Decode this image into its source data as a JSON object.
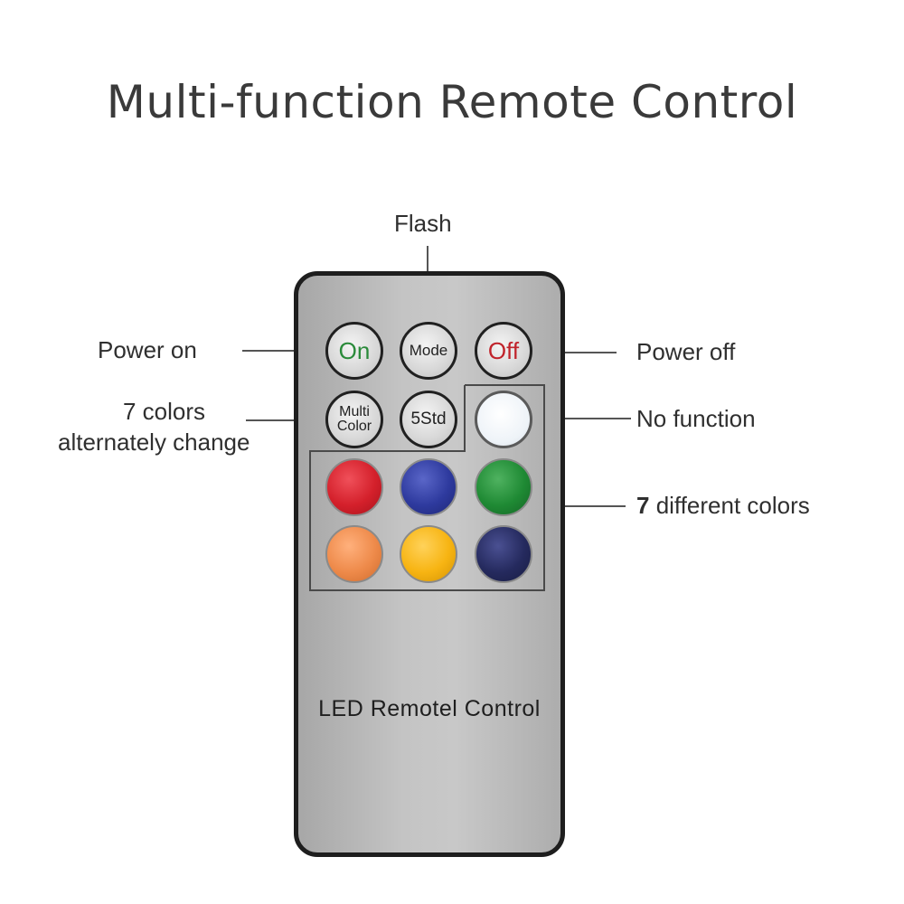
{
  "title": "Multi-function Remote Control",
  "callouts": {
    "flash": "Flash",
    "power_on": "Power on",
    "power_off": "Power off",
    "multi_color_line1": "7 colors",
    "multi_color_line2": "alternately change",
    "no_function": "No function",
    "colors_number": "7",
    "colors_text": " different colors"
  },
  "remote": {
    "label": "LED Remotel Control",
    "buttons": {
      "on": "On",
      "mode": "Mode",
      "off": "Off",
      "multi_line1": "Multi",
      "multi_line2": "Color",
      "std": "5Std"
    },
    "color_buttons": [
      {
        "name": "red",
        "color": "#d4202b"
      },
      {
        "name": "blue",
        "color": "#2e3a9e"
      },
      {
        "name": "green",
        "color": "#1f8a34"
      },
      {
        "name": "orange",
        "color": "#ee8a4a"
      },
      {
        "name": "yellow",
        "color": "#f7b412"
      },
      {
        "name": "navy",
        "color": "#252a5e"
      }
    ],
    "colors": {
      "on_text": "#2a8a3a",
      "off_text": "#c0232b",
      "body": "#bdbdbd",
      "border": "#1e1e1e"
    }
  }
}
